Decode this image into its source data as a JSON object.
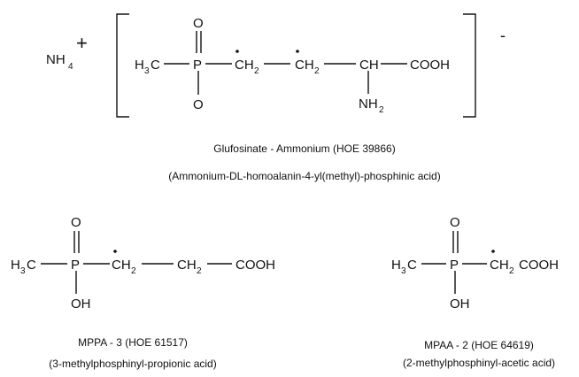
{
  "glufosinate": {
    "ammonium": {
      "nh": "NH",
      "nh_sub": "4",
      "plus": "+"
    },
    "charge": "-",
    "atoms": {
      "h3c_h": "H",
      "h3c_3": "3",
      "h3c_c": "C",
      "p": "P",
      "o_top": "O",
      "o_bottom": "O",
      "ch2a_c": "CH",
      "ch2a_2": "2",
      "ch2b_c": "CH",
      "ch2b_2": "2",
      "ch": "CH",
      "cooh": "COOH",
      "nh2_n": "NH",
      "nh2_2": "2"
    },
    "caption_name": "Glufosinate - Ammonium (HOE 39866)",
    "caption_iupac": "(Ammonium-DL-homoalanin-4-yl(methyl)-phosphinic acid)"
  },
  "mppa": {
    "atoms": {
      "h3c_h": "H",
      "h3c_3": "3",
      "h3c_c": "C",
      "p": "P",
      "o_top": "O",
      "oh": "OH",
      "ch2a_c": "CH",
      "ch2a_2": "2",
      "ch2b_c": "CH",
      "ch2b_2": "2",
      "cooh": "COOH"
    },
    "caption_name": "MPPA - 3 (HOE 61517)",
    "caption_iupac": "(3-methylphosphinyl-propionic acid)"
  },
  "mpaa": {
    "atoms": {
      "h3c_h": "H",
      "h3c_3": "3",
      "h3c_c": "C",
      "p": "P",
      "o_top": "O",
      "oh": "OH",
      "ch2_c": "CH",
      "ch2_2": "2",
      "cooh": "COOH"
    },
    "caption_name": "MPAA - 2 (HOE 64619)",
    "caption_iupac": "(2-methylphosphinyl-acetic acid)"
  }
}
